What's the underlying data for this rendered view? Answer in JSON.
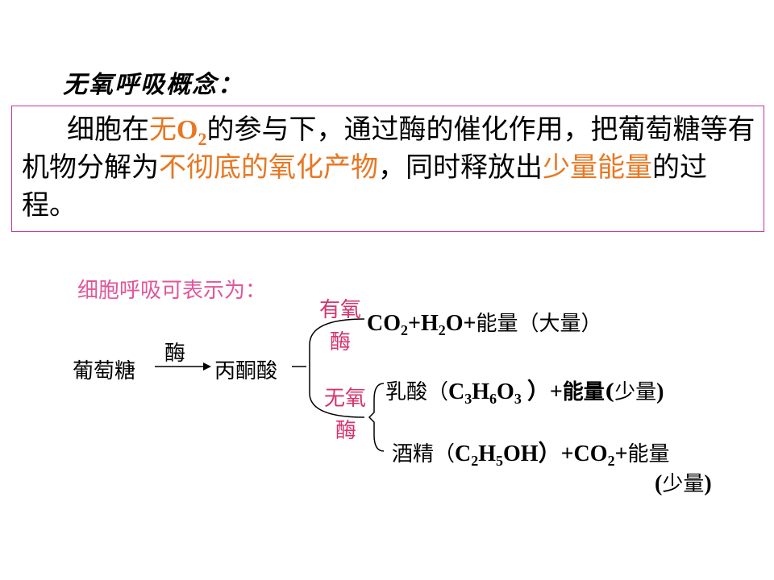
{
  "title": "无氧呼吸概念：",
  "definition": {
    "p1": "细胞在",
    "hl1": "无",
    "o2": "O",
    "o2_sub": "2",
    "p2": "的参与下，通过酶的催化作用，把葡萄糖等有机物分解为",
    "hl2": "不彻底的氧化产物",
    "p3": "，同时释放出",
    "hl3": "少量能量",
    "p4": "的过程。"
  },
  "diagram": {
    "label": "细胞呼吸可表示为：",
    "glucose": "葡萄糖",
    "enzyme": "酶",
    "pyruvate": "丙酮酸",
    "aerobic_enzyme_line1": "有氧",
    "aerobic_enzyme_line2": "酶",
    "anaerobic_enzyme_line1": "无氧",
    "anaerobic_enzyme_line2": "酶",
    "aerobic_product": {
      "co2": "CO",
      "co2_sub": "2",
      "plus_h2o": "+H",
      "h2o_sub": "2",
      "o_plus": "O+",
      "energy": "能量（大量）"
    },
    "lactic_product": {
      "name": "乳酸（",
      "c": "C",
      "c_sub": "3",
      "h": "H",
      "h_sub": "6",
      "o": "O",
      "o_sub": "3",
      "close": " ）+",
      "energy_open": "能量(",
      "energy_amt": "少量",
      "energy_close": ")"
    },
    "alcohol_product": {
      "name": "酒精（",
      "c": "C",
      "c_sub": "2",
      "h": "H",
      "h_sub": "5",
      "oh": "OH",
      "close": "）+CO",
      "co2_sub": "2",
      "plus": "+",
      "energy": "能量",
      "amount_open": "(",
      "amount": "少量",
      "amount_close": ")"
    }
  },
  "colors": {
    "highlight": "#e87722",
    "enzyme_pink": "#d6336c",
    "label_pink": "#e0579a",
    "box_border": "#cc3399"
  }
}
